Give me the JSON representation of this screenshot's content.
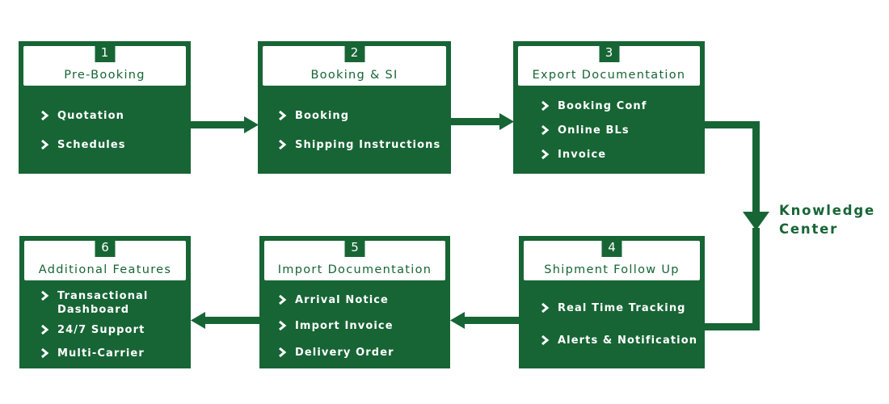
{
  "colors": {
    "primary": "#176535",
    "header_bg": "#ffffff",
    "text_light": "#ffffff"
  },
  "steps": [
    {
      "number": "1",
      "title": "Pre-Booking",
      "items": [
        "Quotation",
        "Schedules"
      ]
    },
    {
      "number": "2",
      "title": "Booking & SI",
      "items": [
        "Booking",
        "Shipping Instructions"
      ]
    },
    {
      "number": "3",
      "title": "Export Documentation",
      "items": [
        "Booking Conf",
        "Online BLs",
        "Invoice"
      ]
    },
    {
      "number": "4",
      "title": "Shipment Follow Up",
      "items": [
        "Real Time Tracking",
        "Alerts & Notification"
      ]
    },
    {
      "number": "5",
      "title": "Import Documentation",
      "items": [
        "Arrival Notice",
        "Import Invoice",
        "Delivery Order"
      ]
    },
    {
      "number": "6",
      "title": "Additional Features",
      "items": [
        "Transactional",
        "Dashboard",
        "24/7 Support",
        "Multi-Carrier"
      ]
    }
  ],
  "knowledge_center": {
    "line1": "Knowledge",
    "line2": "Center"
  }
}
